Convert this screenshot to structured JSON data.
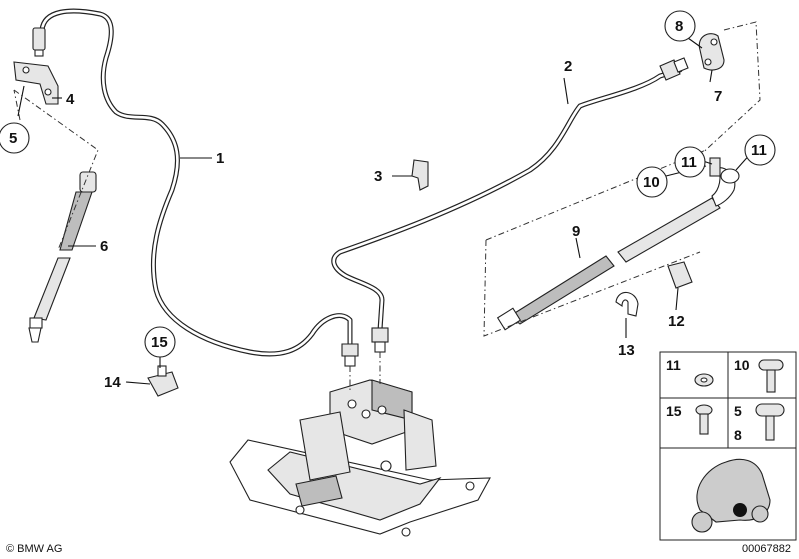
{
  "copyright": "© BMW AG",
  "image_number": "00067882",
  "callouts": [
    "1",
    "2",
    "3",
    "4",
    "5",
    "6",
    "7",
    "8",
    "9",
    "10",
    "11",
    "11",
    "12",
    "13",
    "14",
    "15"
  ],
  "legend": [
    "11",
    "10",
    "15",
    "5",
    "8"
  ]
}
